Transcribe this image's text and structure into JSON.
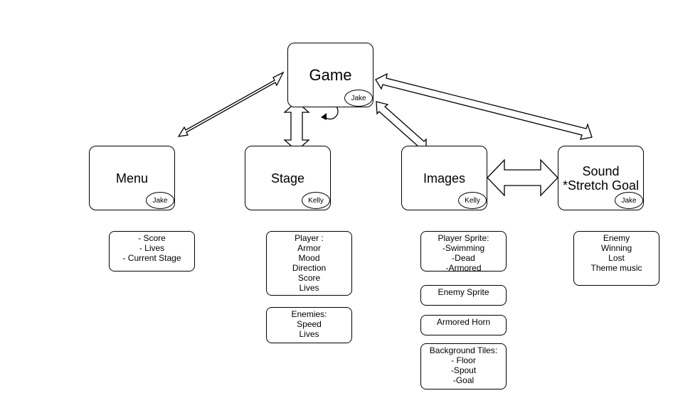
{
  "nodes": {
    "game": {
      "label": "Game",
      "owner": "Jake"
    },
    "menu": {
      "label": "Menu",
      "owner": "Jake"
    },
    "stage": {
      "label": "Stage",
      "owner": "Kelly"
    },
    "images": {
      "label": "Images",
      "owner": "Kelly"
    },
    "sound": {
      "label": "Sound\n*Stretch Goal",
      "owner": "Jake"
    }
  },
  "notes": {
    "menu_info": [
      "- Score",
      "- Lives",
      "- Current Stage"
    ],
    "player": [
      "Player :",
      "Armor",
      "Mood",
      "Direction",
      "Score",
      "Lives"
    ],
    "enemies": [
      "Enemies:",
      "Speed",
      "Lives"
    ],
    "player_sprite": [
      "Player Sprite:",
      "-Swimming",
      "-Dead",
      "-Armored"
    ],
    "enemy_sprite": [
      "Enemy Sprite"
    ],
    "armored_horn": [
      "Armored Horn"
    ],
    "background": [
      "Background Tiles:",
      "- Floor",
      "-Spout",
      "-Goal"
    ],
    "sound_list": [
      "Enemy",
      "Winning",
      "Lost",
      "Theme music"
    ]
  }
}
